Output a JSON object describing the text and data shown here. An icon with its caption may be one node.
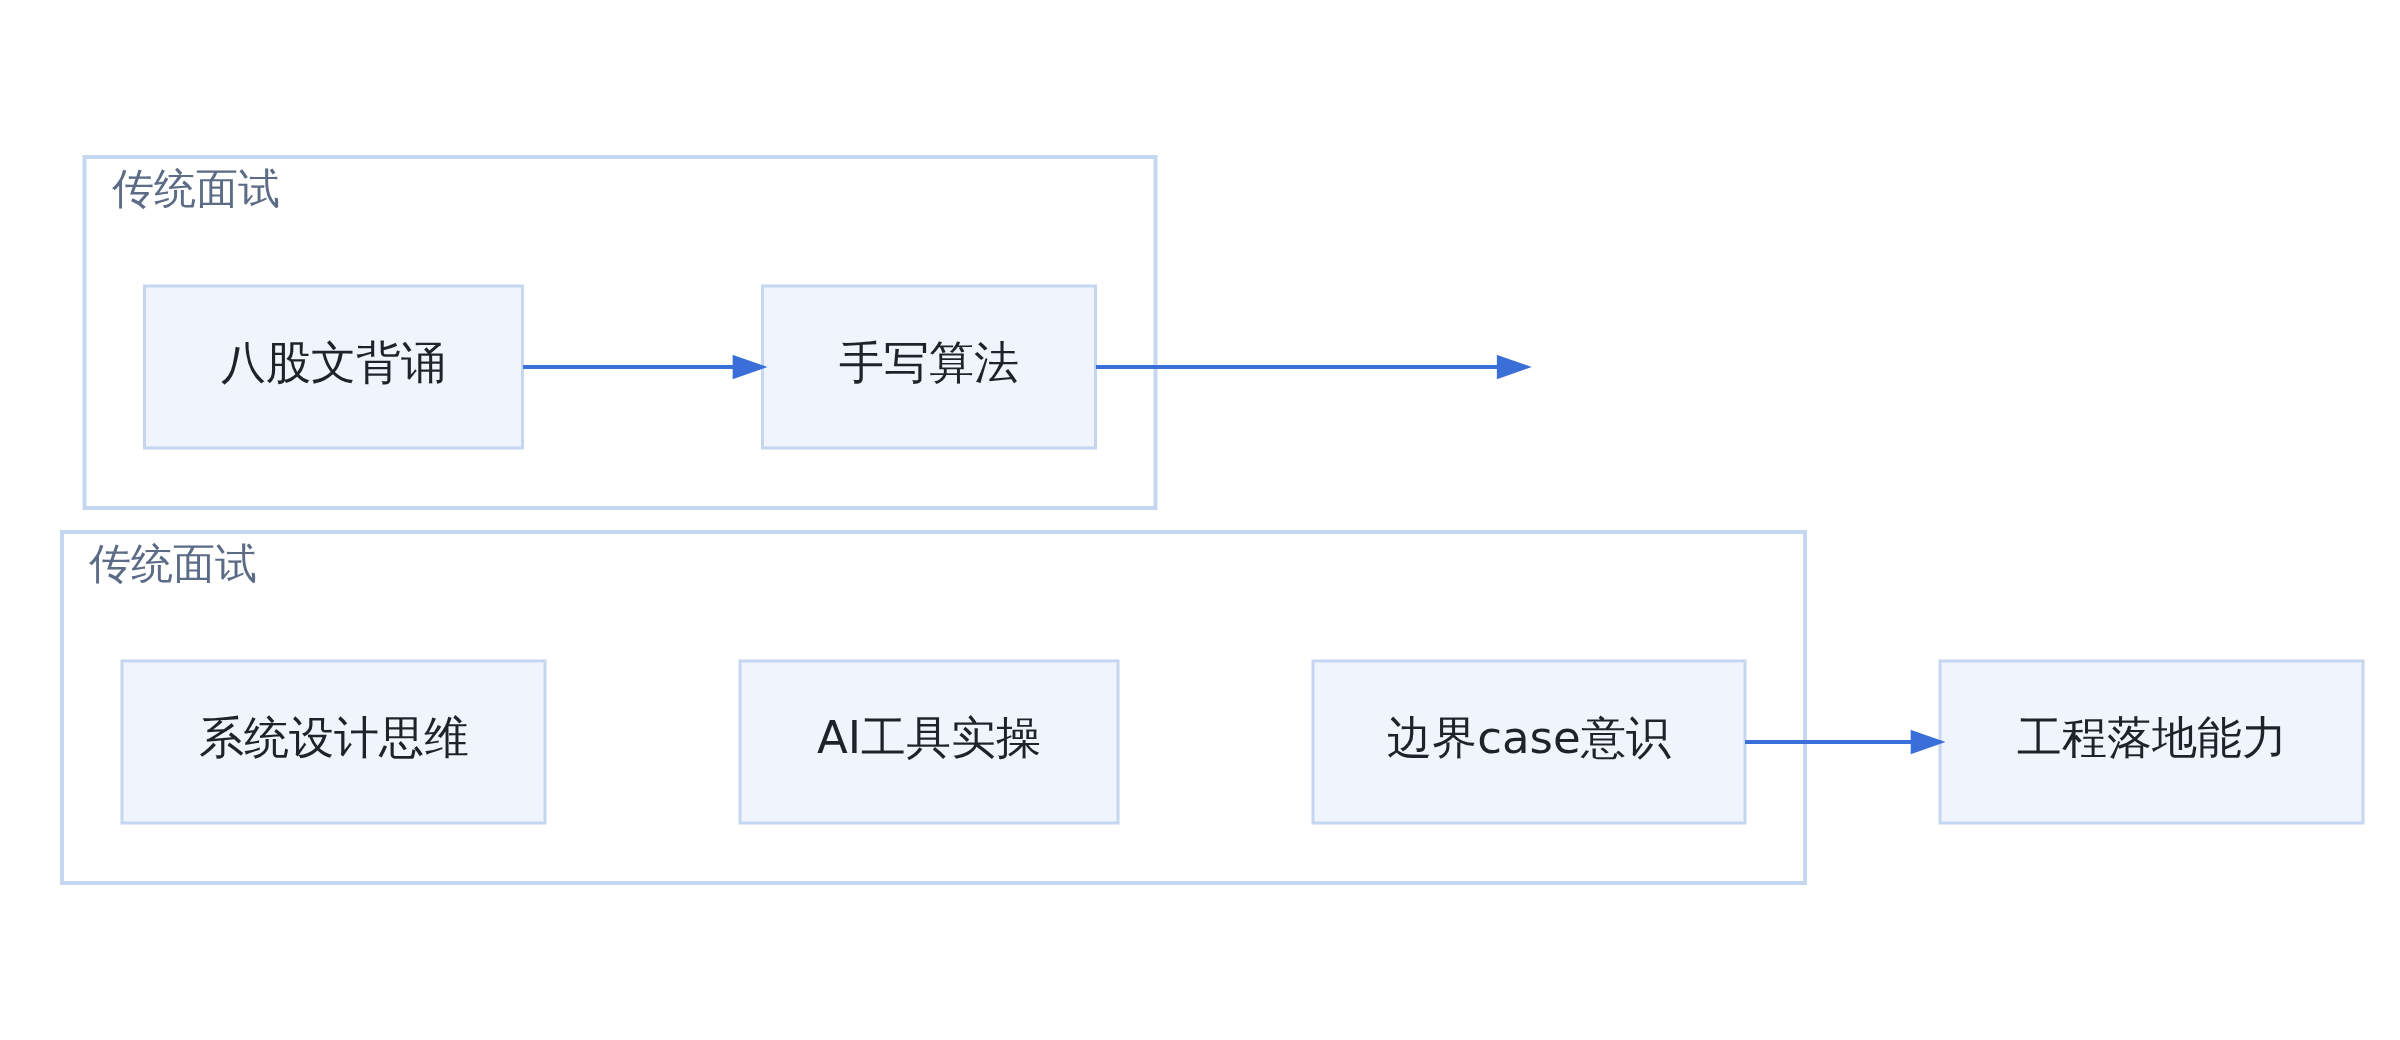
{
  "diagram": {
    "nodes": [
      {
        "text": [
          "传统面试"
        ]
      },
      {
        "text": [
          "八股文背诵"
        ],
        "in": 0
      },
      {
        "text": [
          "手写算法"
        ],
        "in": 0
      },
      {
        "text": [
          "传统面试"
        ]
      },
      {
        "text": [
          "系统设计思维"
        ],
        "in": 3
      },
      {
        "text": [
          "AI工具实操"
        ],
        "in": 3
      },
      {
        "text": [
          "边界case意识"
        ],
        "in": 3
      },
      {
        "text": [
          "工程落地能力"
        ]
      }
    ],
    "edges": [
      {
        "from": 1,
        "to": 2,
        "arrow": "to"
      },
      {
        "from": 2,
        "to": null,
        "arrow": "to"
      },
      {
        "from": 6,
        "to": 7,
        "arrow": "to"
      }
    ]
  }
}
